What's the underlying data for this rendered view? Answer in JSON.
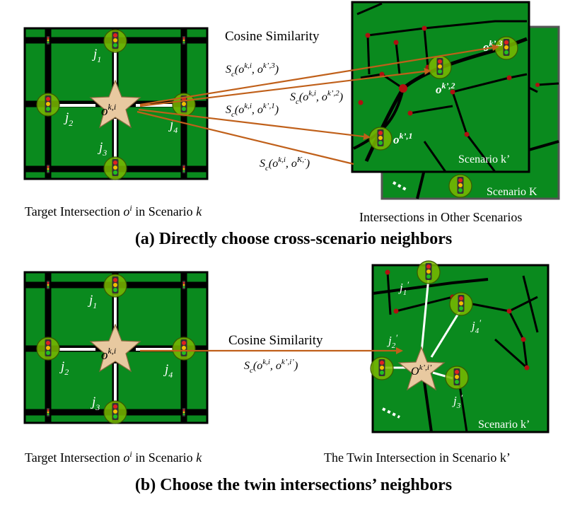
{
  "top": {
    "cosine_label": "Cosine Similarity",
    "neighbors": {
      "j1": "j",
      "j1s": "1",
      "j2": "j",
      "j2s": "2",
      "j3": "j",
      "j3s": "3",
      "j4": "j",
      "j4s": "4"
    },
    "center": {
      "base": "o",
      "sup": "k,i"
    },
    "sims": {
      "s3": {
        "prefix": "S",
        "sub": "c",
        "arg": "(o",
        "sup1": "k,i",
        "mid": ", o",
        "sup2": "k’,3",
        "end": ")"
      },
      "s2": {
        "prefix": "S",
        "sub": "c",
        "arg": "(o",
        "sup1": "k,i",
        "mid": ", o",
        "sup2": "k’,2",
        "end": ")"
      },
      "s1": {
        "prefix": "S",
        "sub": "c",
        "arg": "(o",
        "sup1": "k,i",
        "mid": ", o",
        "sup2": "k’,1",
        "end": ")"
      },
      "sK": {
        "prefix": "S",
        "sub": "c",
        "arg": "(o",
        "sup1": "k,i",
        "mid": ", o",
        "sup2": "K,·",
        "end": ")"
      }
    },
    "targets": {
      "t3": {
        "base": "o",
        "sup": "k’,3"
      },
      "t2": {
        "base": "o",
        "sup": "k’,2"
      },
      "t1": {
        "base": "o",
        "sup": "k’,1"
      }
    },
    "scenario_front": "Scenario k’",
    "scenario_back": "Scenario K",
    "left_caption_prefix": "Target Intersection ",
    "left_caption_o": "o",
    "left_caption_sup": "i",
    "left_caption_mid": " in Scenario ",
    "left_caption_k": "k",
    "right_caption": "Intersections in Other Scenarios",
    "title": "(a) Directly choose cross-scenario neighbors"
  },
  "bottom": {
    "cosine_label": "Cosine Similarity",
    "neighbors": {
      "j1": "j",
      "j1s": "1",
      "j2": "j",
      "j2s": "2",
      "j3": "j",
      "j3s": "3",
      "j4": "j",
      "j4s": "4"
    },
    "center": {
      "base": "o",
      "sup": "k,i"
    },
    "sim": {
      "prefix": "S",
      "sub": "c",
      "arg": "(o",
      "sup1": "k,i",
      "mid": ", o",
      "sup2": "k’,i’",
      "end": ")"
    },
    "twin_neighbors": {
      "j1": "j",
      "j1s": "1",
      "j1p": "′",
      "j2": "j",
      "j2s": "2",
      "j2p": "′",
      "j3": "j",
      "j3s": "3",
      "j3p": "′",
      "j4": "j",
      "j4s": "4",
      "j4p": "′"
    },
    "twin_center": {
      "base": "O",
      "sup": "k’,i’"
    },
    "scenario": "Scenario k’",
    "left_caption_prefix": "Target Intersection ",
    "left_caption_o": "o",
    "left_caption_sup": "i",
    "left_caption_mid": " in Scenario ",
    "left_caption_k": "k",
    "right_caption": "The Twin Intersection in Scenario k’",
    "title": "(b) Choose the twin intersections’ neighbors"
  },
  "colors": {
    "map_green": "#0a8a1e",
    "road": "#000000",
    "arrow": "#c0601a",
    "star": "#e8c9a0",
    "node_fill": "#7ab800",
    "node_fill_light": "#d8f070",
    "node_red": "#b01010"
  }
}
